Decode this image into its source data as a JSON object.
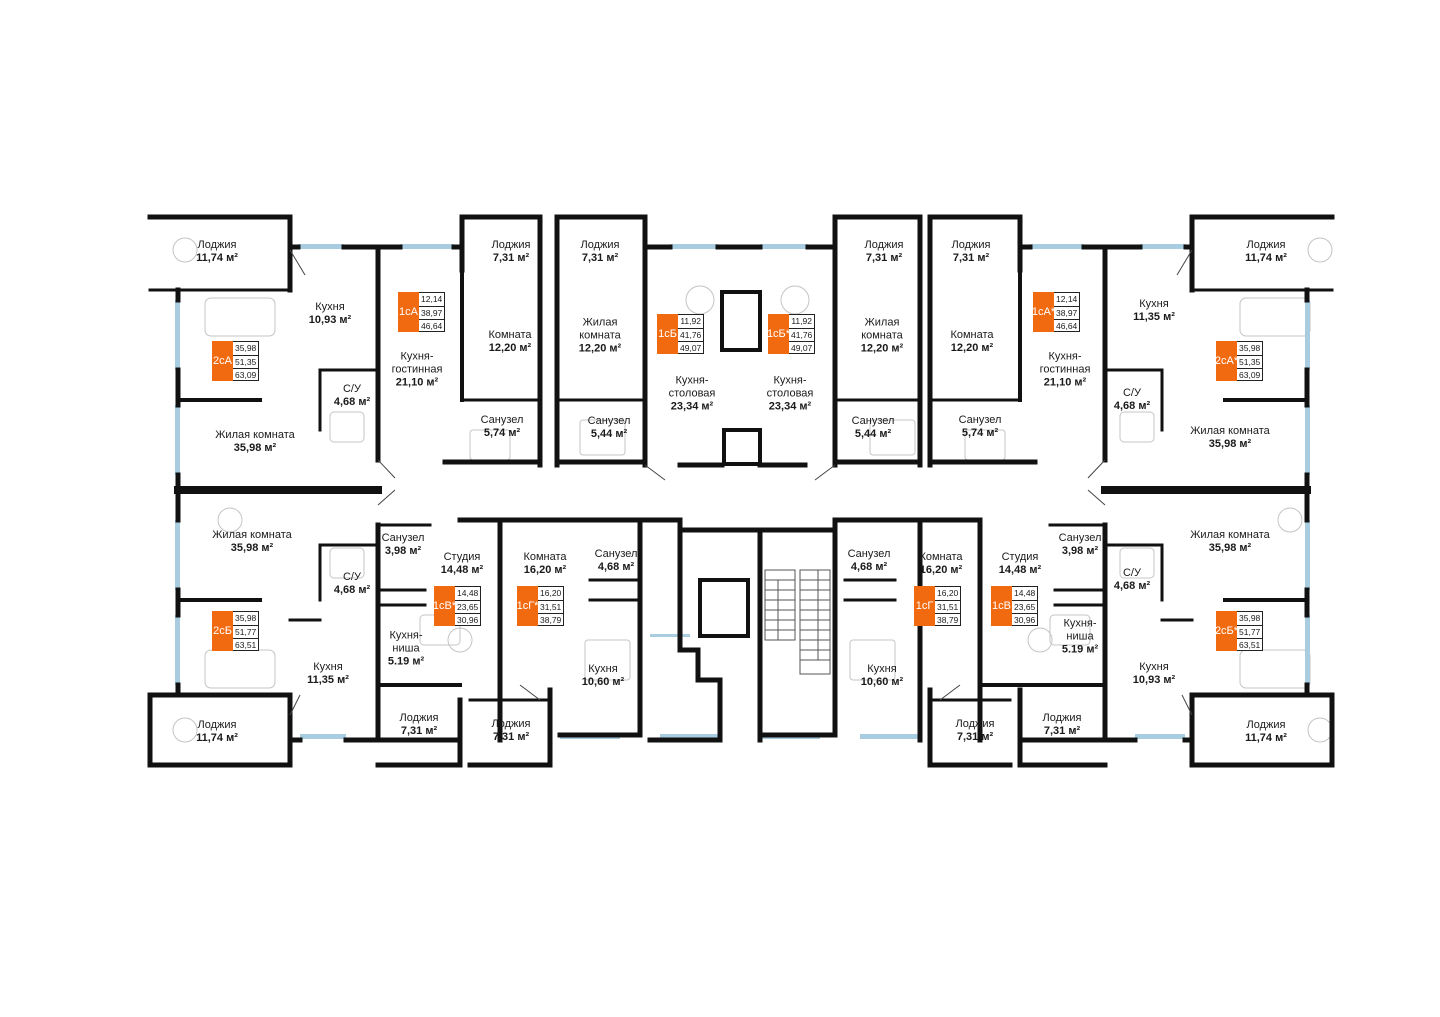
{
  "rooms": [
    {
      "name": "Лоджия",
      "area": "11,74 м²"
    },
    {
      "name": "Кухня",
      "area": "10,93 м²"
    },
    {
      "name": "Жилая комната",
      "area": "35,98 м²"
    },
    {
      "name": "С/У",
      "area": "4,68 м²"
    },
    {
      "name": "Кухня-\nгостинная",
      "area": "21,10 м²"
    },
    {
      "name": "Лоджия",
      "area": "7,31 м²"
    },
    {
      "name": "Комната",
      "area": "12,20 м²"
    },
    {
      "name": "Санузел",
      "area": "5,74 м²"
    },
    {
      "name": "Лоджия",
      "area": "7,31 м²"
    },
    {
      "name": "Жилая\nкомната",
      "area": "12,20 м²"
    },
    {
      "name": "Санузел",
      "area": "5,44 м²"
    },
    {
      "name": "Кухня-\nстоловая",
      "area": "23,34 м²"
    },
    {
      "name": "Кухня-\nстоловая",
      "area": "23,34 м²"
    },
    {
      "name": "Лоджия",
      "area": "7,31 м²"
    },
    {
      "name": "Жилая\nкомната",
      "area": "12,20 м²"
    },
    {
      "name": "Санузел",
      "area": "5,44 м²"
    },
    {
      "name": "Лоджия",
      "area": "7,31 м²"
    },
    {
      "name": "Комната",
      "area": "12,20 м²"
    },
    {
      "name": "Санузел",
      "area": "5,74 м²"
    },
    {
      "name": "Кухня-\nгостинная",
      "area": "21,10 м²"
    },
    {
      "name": "Лоджия",
      "area": "11,74 м²"
    },
    {
      "name": "Кухня",
      "area": "11,35 м²"
    },
    {
      "name": "С/У",
      "area": "4,68 м²"
    },
    {
      "name": "Жилая комната",
      "area": "35,98 м²"
    },
    {
      "name": "Жилая комната",
      "area": "35,98 м²"
    },
    {
      "name": "С/У",
      "area": "4,68 м²"
    },
    {
      "name": "Кухня",
      "area": "11,35 м²"
    },
    {
      "name": "Лоджия",
      "area": "11,74 м²"
    },
    {
      "name": "Санузел",
      "area": "3,98 м²"
    },
    {
      "name": "Студия",
      "area": "14,48 м²"
    },
    {
      "name": "Кухня-\nниша",
      "area": "5.19 м²"
    },
    {
      "name": "Лоджия",
      "area": "7,31 м²"
    },
    {
      "name": "Комната",
      "area": "16,20 м²"
    },
    {
      "name": "Санузел",
      "area": "4,68 м²"
    },
    {
      "name": "Кухня",
      "area": "10,60 м²"
    },
    {
      "name": "Лоджия",
      "area": "7,31 м²"
    },
    {
      "name": "Санузел",
      "area": "4,68 м²"
    },
    {
      "name": "Комната",
      "area": "16,20 м²"
    },
    {
      "name": "Кухня",
      "area": "10,60 м²"
    },
    {
      "name": "Лоджия",
      "area": "7,31 м²"
    },
    {
      "name": "Студия",
      "area": "14,48 м²"
    },
    {
      "name": "Санузел",
      "area": "3,98 м²"
    },
    {
      "name": "Кухня-\nниша",
      "area": "5.19 м²"
    },
    {
      "name": "Лоджия",
      "area": "7,31 м²"
    },
    {
      "name": "Жилая комната",
      "area": "35,98 м²"
    },
    {
      "name": "С/У",
      "area": "4,68 м²"
    },
    {
      "name": "Кухня",
      "area": "10,93 м²"
    },
    {
      "name": "Лоджия",
      "area": "11,74 м²"
    }
  ],
  "units": [
    {
      "code": "2сА",
      "values": [
        "35,98",
        "51,35",
        "63,09"
      ]
    },
    {
      "code": "1сА",
      "values": [
        "12,14",
        "38,97",
        "46,64"
      ]
    },
    {
      "code": "1сБ",
      "values": [
        "11,92",
        "41,76",
        "49,07"
      ]
    },
    {
      "code": "1сБ*",
      "values": [
        "11,92",
        "41,76",
        "49,07"
      ]
    },
    {
      "code": "1сА*",
      "values": [
        "12,14",
        "38,97",
        "46,64"
      ]
    },
    {
      "code": "2сА*",
      "values": [
        "35,98",
        "51,35",
        "63,09"
      ]
    },
    {
      "code": "2сБ",
      "values": [
        "35,98",
        "51,77",
        "63,51"
      ]
    },
    {
      "code": "1сВ*",
      "values": [
        "14,48",
        "23,65",
        "30,96"
      ]
    },
    {
      "code": "1сГ*",
      "values": [
        "16,20",
        "31,51",
        "38,79"
      ]
    },
    {
      "code": "1сГ",
      "values": [
        "16,20",
        "31,51",
        "38,79"
      ]
    },
    {
      "code": "1сВ",
      "values": [
        "14,48",
        "23,65",
        "30,96"
      ]
    },
    {
      "code": "2сБ*",
      "values": [
        "35,98",
        "51,77",
        "63,51"
      ]
    }
  ],
  "colors": {
    "accent": "#f26a10",
    "wall": "#111111",
    "window": "#9fc7dc",
    "fixture": "#bdbdbd"
  }
}
